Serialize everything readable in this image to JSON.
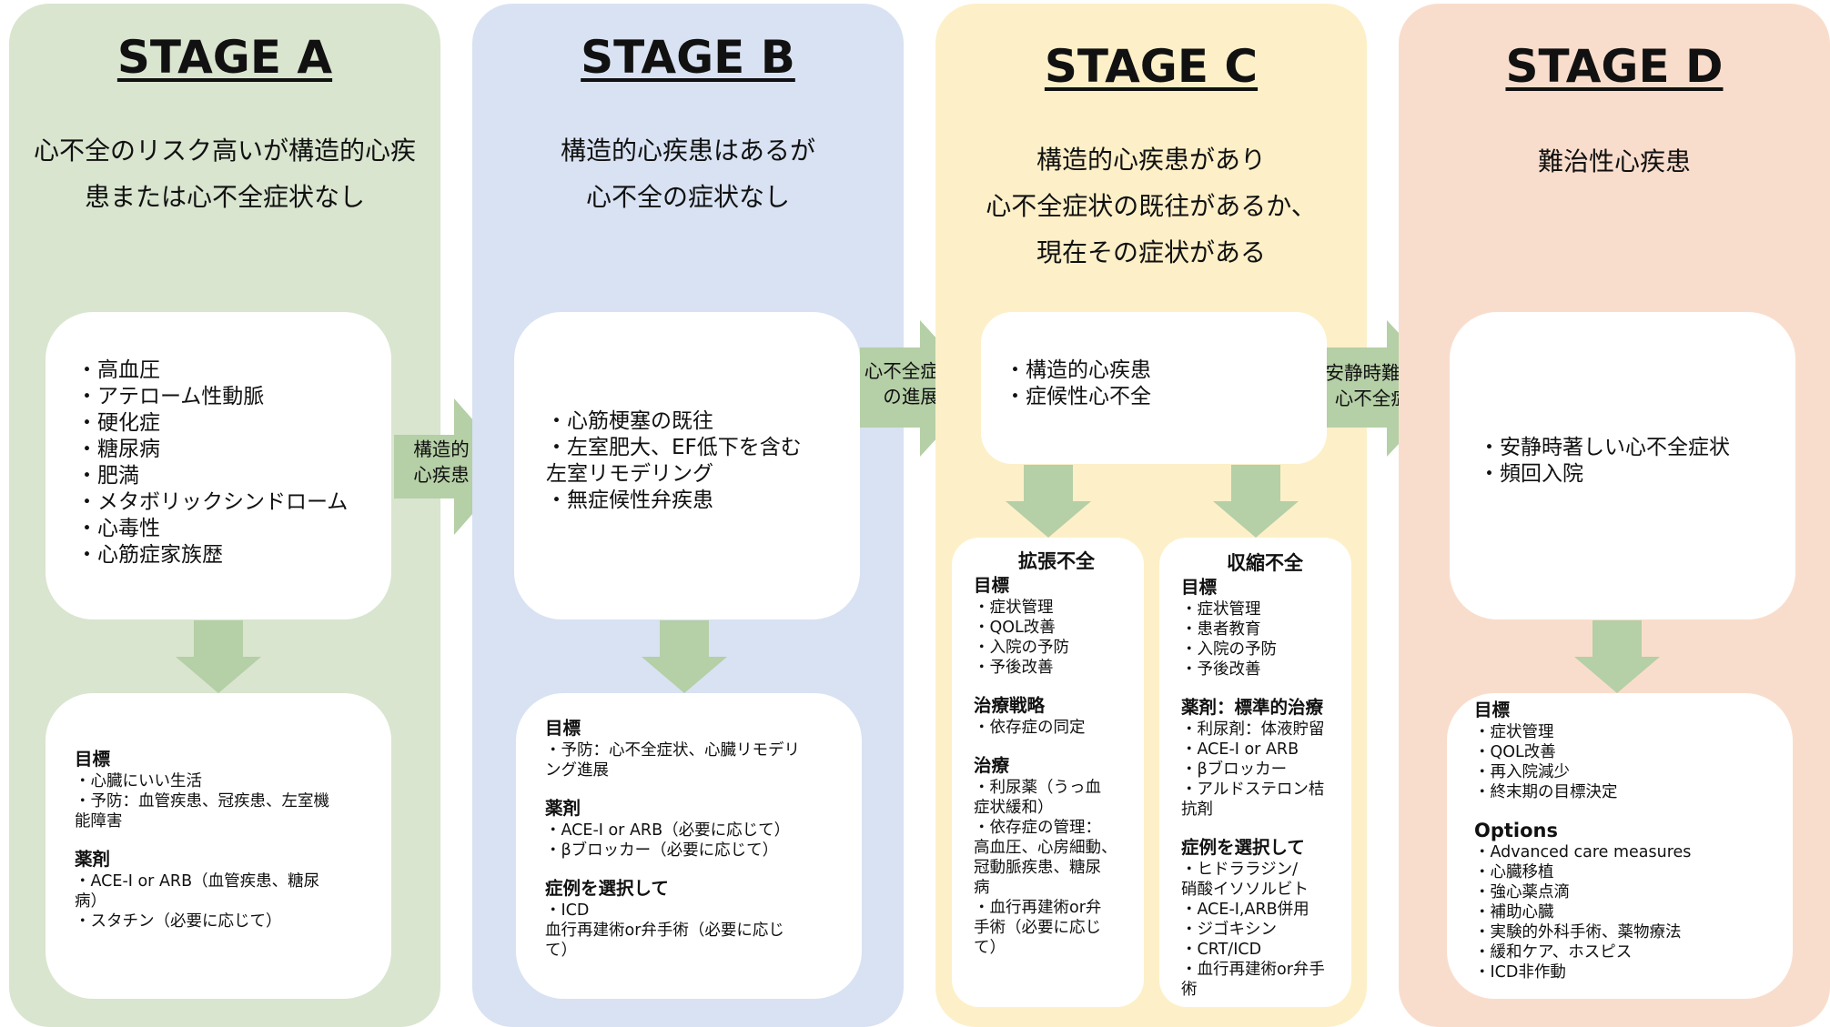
{
  "stages": [
    {
      "title": "STAGE A",
      "desc": [
        "心不全のリスク高いが構造的心疾",
        "患または心不全症状なし"
      ],
      "items": [
        "・高血圧",
        "・アテローム性動脈",
        "・硬化症",
        "・糖尿病",
        "・肥満",
        "・メタボリックシンドローム",
        "・心毒性",
        "・心筋症家族歴"
      ],
      "detail": [
        {
          "heading": "目標",
          "lines": [
            "・心臓にいい生活",
            "・予防：血管疾患、冠疾患、左室機",
            "能障害"
          ]
        },
        {
          "heading": "薬剤",
          "lines": [
            "・ACE-I or ARB（血管疾患、糖尿",
            "病）",
            "・スタチン（必要に応じて）"
          ]
        }
      ]
    },
    {
      "title": "STAGE B",
      "desc": [
        "構造的心疾患はあるが",
        "心不全の症状なし"
      ],
      "items": [
        "・心筋梗塞の既往",
        "・左室肥大、EF低下を含む",
        "左室リモデリング",
        "・無症候性弁疾患"
      ],
      "detail": [
        {
          "heading": "目標",
          "lines": [
            "・予防：心不全症状、心臓リモデリ",
            "ング進展"
          ]
        },
        {
          "heading": "薬剤",
          "lines": [
            "・ACE-I or ARB（必要に応じて）",
            "・βブロッカー（必要に応じて）"
          ]
        },
        {
          "heading": "症例を選択して",
          "lines": [
            "・ICD",
            "血行再建術or弁手術（必要に応じ",
            "て）"
          ]
        }
      ]
    },
    {
      "title": "STAGE C",
      "desc": [
        "構造的心疾患があり",
        "心不全症状の既往があるか、",
        "現在その症状がある"
      ],
      "items": [
        "・構造的心疾患",
        "・症候性心不全"
      ],
      "diastolic": {
        "title": "拡張不全",
        "sections": [
          {
            "heading": "目標",
            "lines": [
              "・症状管理",
              "・QOL改善",
              "・入院の予防",
              "・予後改善"
            ]
          },
          {
            "heading": "治療戦略",
            "lines": [
              "・依存症の同定"
            ]
          },
          {
            "heading": "治療",
            "lines": [
              "・利尿薬（うっ血",
              "症状緩和）",
              "・依存症の管理：",
              "高血圧、心房細動、",
              "冠動脈疾患、糖尿",
              "病",
              "・血行再建術or弁",
              "手術（必要に応じ",
              "て）"
            ]
          }
        ]
      },
      "systolic": {
        "title": "収縮不全",
        "sections": [
          {
            "heading": "目標",
            "lines": [
              "・症状管理",
              "・患者教育",
              "・入院の予防",
              "・予後改善"
            ]
          },
          {
            "heading": "薬剤：標準的治療",
            "lines": [
              "・利尿剤：体液貯留",
              "・ACE-I or ARB",
              "・βブロッカー",
              "・アルドステロン桔",
              "抗剤"
            ]
          },
          {
            "heading": "症例を選択して",
            "lines": [
              "・ヒドララジン/",
              "硝酸イソソルビト",
              "・ACE-I,ARB併用",
              "・ジゴキシン",
              "・CRT/ICD",
              "・血行再建術or弁手",
              "術"
            ]
          }
        ]
      }
    },
    {
      "title": "STAGE D",
      "desc": [
        "難治性心疾患"
      ],
      "items": [
        "・安静時著しい心不全症状",
        "・頻回入院"
      ],
      "detail": [
        {
          "heading": "目標",
          "lines": [
            "・症状管理",
            "・QOL改善",
            "・再入院減少",
            "・終末期の目標決定"
          ]
        },
        {
          "heading": "Options",
          "lines": [
            "・Advanced care measures",
            "・心臓移植",
            "・強心薬点滴",
            "・補助心臓",
            "・実験的外科手術、薬物療法",
            "・緩和ケア、ホスピス",
            "・ICD非作動"
          ]
        }
      ]
    }
  ],
  "transitions": [
    {
      "label": [
        "構造的",
        "心疾患"
      ]
    },
    {
      "label": [
        "心不全症候",
        "の進展"
      ]
    },
    {
      "label": [
        "安静時難治性",
        "心不全症状"
      ]
    }
  ],
  "colors": {
    "stage_a": "#d9e5cf",
    "stage_b": "#d8e2f2",
    "stage_c": "#fdf0c8",
    "stage_d": "#f9ddcc",
    "arrow": "#b5cfa6",
    "box": "#ffffff"
  }
}
